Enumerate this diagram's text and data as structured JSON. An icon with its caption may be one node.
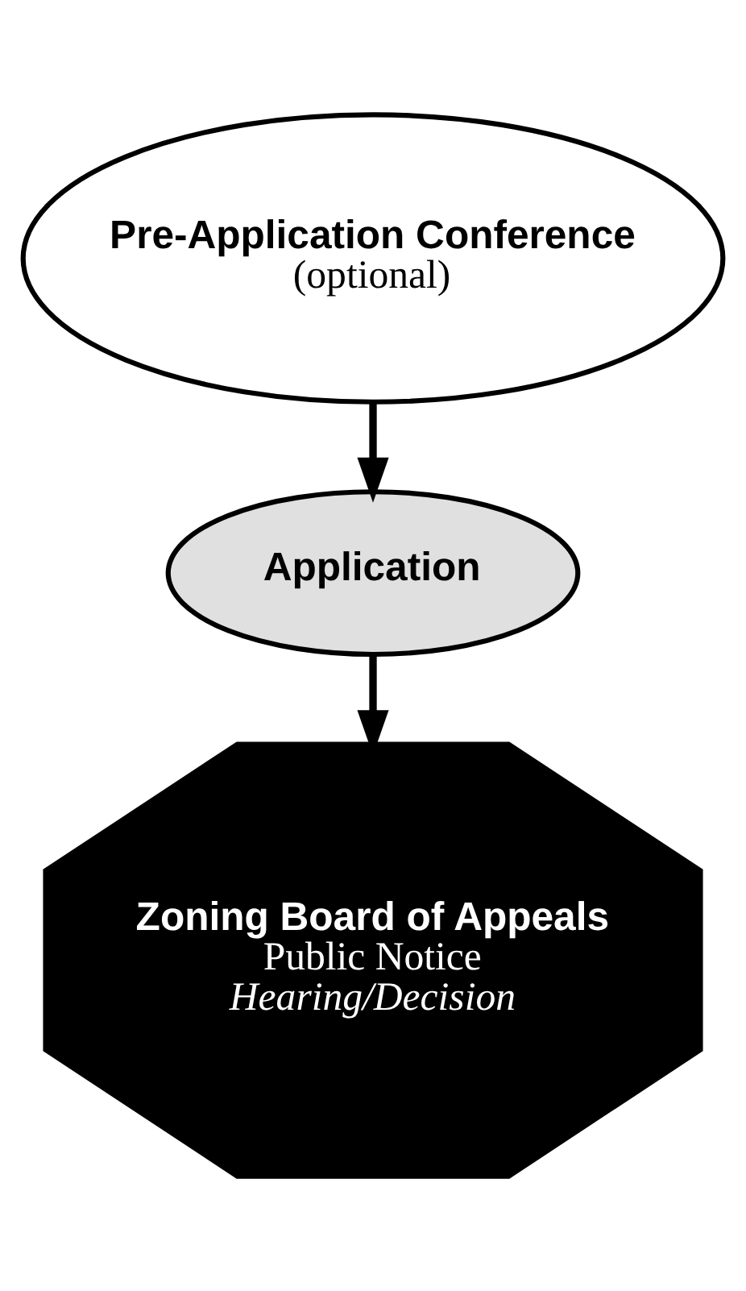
{
  "diagram": {
    "nodes": [
      {
        "text": [
          "Pre-Application Conference",
          "(optional)"
        ]
      },
      {
        "text": [
          "Application"
        ]
      },
      {
        "text": [
          "Zoning Board of Appeals",
          "Public Notice",
          "Hearing/Decision"
        ]
      }
    ],
    "edges": [
      {
        "from": 0,
        "to": 1,
        "arrow": "to"
      },
      {
        "from": 1,
        "to": 2,
        "arrow": "to"
      }
    ]
  }
}
